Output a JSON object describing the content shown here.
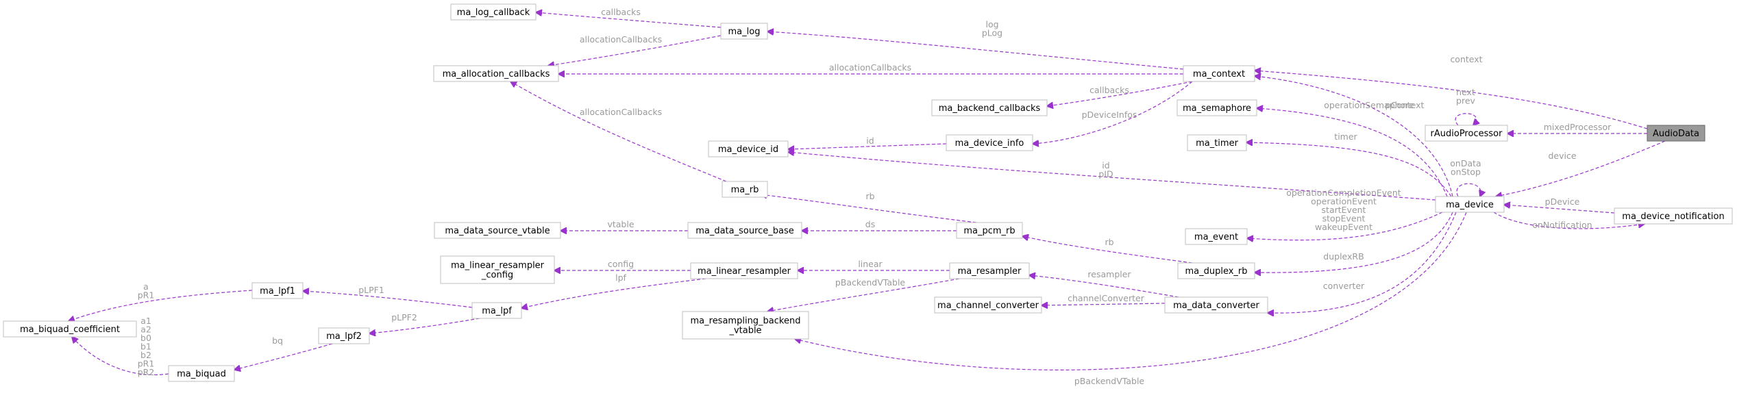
{
  "diagram": {
    "nodes": [
      {
        "id": "audiodata",
        "label": [
          "AudioData"
        ],
        "highlight": true
      },
      {
        "id": "raudioprocessor",
        "label": [
          "rAudioProcessor"
        ]
      },
      {
        "id": "ma_context",
        "label": [
          "ma_context"
        ]
      },
      {
        "id": "ma_device",
        "label": [
          "ma_device"
        ]
      },
      {
        "id": "ma_device_notification",
        "label": [
          "ma_device_notification"
        ]
      },
      {
        "id": "ma_log_callback",
        "label": [
          "ma_log_callback"
        ]
      },
      {
        "id": "ma_log",
        "label": [
          "ma_log"
        ]
      },
      {
        "id": "ma_allocation_callbacks",
        "label": [
          "ma_allocation_callbacks"
        ]
      },
      {
        "id": "ma_backend_callbacks",
        "label": [
          "ma_backend_callbacks"
        ]
      },
      {
        "id": "ma_device_info",
        "label": [
          "ma_device_info"
        ]
      },
      {
        "id": "ma_device_id",
        "label": [
          "ma_device_id"
        ]
      },
      {
        "id": "ma_semaphore",
        "label": [
          "ma_semaphore"
        ]
      },
      {
        "id": "ma_timer",
        "label": [
          "ma_timer"
        ]
      },
      {
        "id": "ma_rb",
        "label": [
          "ma_rb"
        ]
      },
      {
        "id": "ma_pcm_rb",
        "label": [
          "ma_pcm_rb"
        ]
      },
      {
        "id": "ma_data_source_base",
        "label": [
          "ma_data_source_base"
        ]
      },
      {
        "id": "ma_data_source_vtable",
        "label": [
          "ma_data_source_vtable"
        ]
      },
      {
        "id": "ma_event",
        "label": [
          "ma_event"
        ]
      },
      {
        "id": "ma_duplex_rb",
        "label": [
          "ma_duplex_rb"
        ]
      },
      {
        "id": "ma_linear_resampler_config",
        "label": [
          "ma_linear_resampler",
          "_config"
        ]
      },
      {
        "id": "ma_linear_resampler",
        "label": [
          "ma_linear_resampler"
        ]
      },
      {
        "id": "ma_resampler",
        "label": [
          "ma_resampler"
        ]
      },
      {
        "id": "ma_lpf1",
        "label": [
          "ma_lpf1"
        ]
      },
      {
        "id": "ma_lpf",
        "label": [
          "ma_lpf"
        ]
      },
      {
        "id": "ma_lpf2",
        "label": [
          "ma_lpf2"
        ]
      },
      {
        "id": "ma_biquad_coefficient",
        "label": [
          "ma_biquad_coefficient"
        ]
      },
      {
        "id": "ma_biquad",
        "label": [
          "ma_biquad"
        ]
      },
      {
        "id": "ma_channel_converter",
        "label": [
          "ma_channel_converter"
        ]
      },
      {
        "id": "ma_data_converter",
        "label": [
          "ma_data_converter"
        ]
      },
      {
        "id": "ma_resampling_backend_vtable",
        "label": [
          "ma_resampling_backend",
          "_vtable"
        ]
      }
    ],
    "edges": [
      {
        "id": "e1",
        "from": "audiodata",
        "to": "ma_context",
        "label": [
          "context"
        ]
      },
      {
        "id": "e2",
        "from": "audiodata",
        "to": "raudioprocessor",
        "label": [
          "mixedProcessor"
        ]
      },
      {
        "id": "e3",
        "from": "raudioprocessor",
        "to": "raudioprocessor",
        "label": [
          "next",
          "prev"
        ]
      },
      {
        "id": "e4",
        "from": "audiodata",
        "to": "ma_device",
        "label": [
          "device"
        ]
      },
      {
        "id": "e5",
        "from": "ma_log",
        "to": "ma_log_callback",
        "label": [
          "callbacks"
        ]
      },
      {
        "id": "e6",
        "from": "ma_log",
        "to": "ma_allocation_callbacks",
        "label": [
          "allocationCallbacks"
        ]
      },
      {
        "id": "e7",
        "from": "ma_context",
        "to": "ma_log",
        "label": [
          "log",
          "pLog"
        ]
      },
      {
        "id": "e8",
        "from": "ma_context",
        "to": "ma_allocation_callbacks",
        "label": [
          "allocationCallbacks"
        ]
      },
      {
        "id": "e9",
        "from": "ma_context",
        "to": "ma_backend_callbacks",
        "label": [
          "callbacks"
        ]
      },
      {
        "id": "e10",
        "from": "ma_context",
        "to": "ma_device_info",
        "label": [
          "pDeviceInfos"
        ]
      },
      {
        "id": "e11",
        "from": "ma_device",
        "to": "ma_context",
        "label": [
          "pContext"
        ]
      },
      {
        "id": "e12",
        "from": "ma_device_info",
        "to": "ma_device_id",
        "label": [
          "id"
        ]
      },
      {
        "id": "e13",
        "from": "ma_device",
        "to": "ma_device_id",
        "label": [
          "id",
          "pID"
        ]
      },
      {
        "id": "e14",
        "from": "ma_rb",
        "to": "ma_allocation_callbacks",
        "label": [
          "allocationCallbacks"
        ]
      },
      {
        "id": "e15",
        "from": "ma_device",
        "to": "ma_semaphore",
        "label": [
          "operationSemaphore"
        ]
      },
      {
        "id": "e16",
        "from": "ma_device",
        "to": "ma_timer",
        "label": [
          "timer"
        ]
      },
      {
        "id": "e17",
        "from": "ma_device",
        "to": "ma_device",
        "label": [
          "onData",
          "onStop"
        ]
      },
      {
        "id": "e18",
        "from": "ma_device_notification",
        "to": "ma_device",
        "label": [
          "pDevice"
        ]
      },
      {
        "id": "e19",
        "from": "ma_device",
        "to": "ma_device_notification",
        "label": [
          "onNotification"
        ]
      },
      {
        "id": "e20",
        "from": "ma_pcm_rb",
        "to": "ma_rb",
        "label": [
          "rb"
        ]
      },
      {
        "id": "e21",
        "from": "ma_pcm_rb",
        "to": "ma_data_source_base",
        "label": [
          "ds"
        ]
      },
      {
        "id": "e22",
        "from": "ma_data_source_base",
        "to": "ma_data_source_vtable",
        "label": [
          "vtable"
        ]
      },
      {
        "id": "e23",
        "from": "ma_device",
        "to": "ma_event",
        "label": [
          "operationCompletionEvent",
          "operationEvent",
          "startEvent",
          "stopEvent",
          "wakeupEvent"
        ]
      },
      {
        "id": "e24",
        "from": "ma_duplex_rb",
        "to": "ma_pcm_rb",
        "label": [
          "rb"
        ]
      },
      {
        "id": "e25",
        "from": "ma_device",
        "to": "ma_duplex_rb",
        "label": [
          "duplexRB"
        ]
      },
      {
        "id": "e26",
        "from": "ma_linear_resampler",
        "to": "ma_linear_resampler_config",
        "label": [
          "config"
        ]
      },
      {
        "id": "e27",
        "from": "ma_linear_resampler",
        "to": "ma_lpf",
        "label": [
          "lpf"
        ]
      },
      {
        "id": "e28",
        "from": "ma_resampler",
        "to": "ma_linear_resampler",
        "label": [
          "linear"
        ]
      },
      {
        "id": "e29",
        "from": "ma_resampler",
        "to": "ma_resampling_backend_vtable",
        "label": [
          "pBackendVTable"
        ]
      },
      {
        "id": "e30",
        "from": "ma_lpf",
        "to": "ma_lpf1",
        "label": [
          "pLPF1"
        ]
      },
      {
        "id": "e31",
        "from": "ma_lpf",
        "to": "ma_lpf2",
        "label": [
          "pLPF2"
        ]
      },
      {
        "id": "e32",
        "from": "ma_lpf1",
        "to": "ma_biquad_coefficient",
        "label": [
          "a",
          "pR1"
        ]
      },
      {
        "id": "e33",
        "from": "ma_lpf2",
        "to": "ma_biquad",
        "label": [
          "bq"
        ]
      },
      {
        "id": "e34",
        "from": "ma_biquad",
        "to": "ma_biquad_coefficient",
        "label": [
          "a1",
          "a2",
          "b0",
          "b1",
          "b2",
          "pR1",
          "pR2"
        ]
      },
      {
        "id": "e35",
        "from": "ma_data_converter",
        "to": "ma_resampler",
        "label": [
          "resampler"
        ]
      },
      {
        "id": "e36",
        "from": "ma_data_converter",
        "to": "ma_channel_converter",
        "label": [
          "channelConverter"
        ]
      },
      {
        "id": "e37",
        "from": "ma_device",
        "to": "ma_data_converter",
        "label": [
          "converter"
        ]
      },
      {
        "id": "e38",
        "from": "ma_device",
        "to": "ma_resampling_backend_vtable",
        "label": [
          "pBackendVTable"
        ]
      }
    ]
  }
}
